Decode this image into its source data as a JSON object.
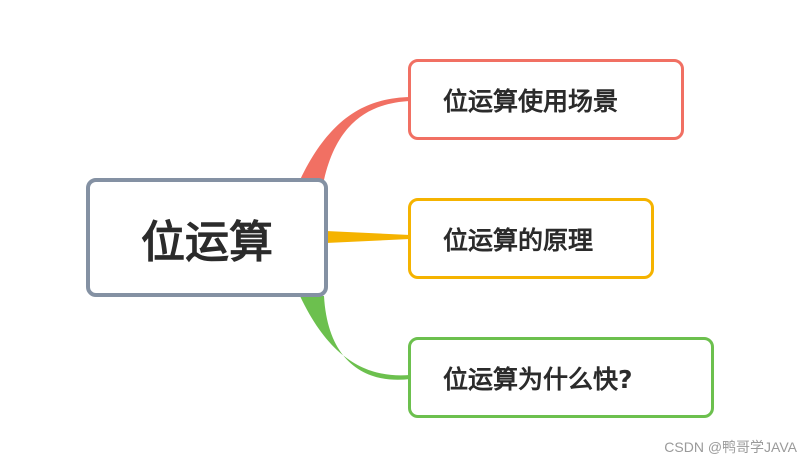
{
  "mindmap": {
    "root": {
      "label": "位运算",
      "border_color": "#8491a3"
    },
    "branches": [
      {
        "label": "位运算使用场景",
        "color": "#f17063"
      },
      {
        "label": "位运算的原理",
        "color": "#f5b300"
      },
      {
        "label": "位运算为什么快?",
        "color": "#6cc04e"
      }
    ]
  },
  "watermark": {
    "text": "CSDN @鸭哥学JAVA"
  }
}
